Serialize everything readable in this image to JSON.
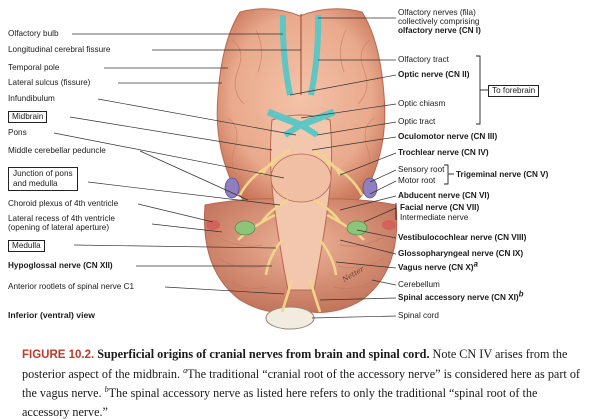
{
  "labels_left": {
    "olfactory_bulb": "Olfactory bulb",
    "longitudinal_fissure": "Longitudinal cerebral fissure",
    "temporal_pole": "Temporal pole",
    "lateral_sulcus": "Lateral sulcus (fissure)",
    "infundibulum": "Infundibulum",
    "midbrain": "Midbrain",
    "pons": "Pons",
    "middle_cerebellar_peduncle": "Middle cerebellar peduncle",
    "junction_pons_medulla_1": "Junction of pons",
    "junction_pons_medulla_2": "and medulla",
    "choroid_plexus": "Choroid plexus of 4th ventricle",
    "lateral_recess_1": "Lateral recess of 4th ventricle",
    "lateral_recess_2": "(opening of lateral aperture)",
    "medulla": "Medulla",
    "hypoglossal": "Hypoglossal nerve (CN XII)",
    "anterior_rootlets": "Anterior rootlets of spinal nerve C1",
    "view": "Inferior (ventral) view"
  },
  "labels_right": {
    "olfactory_fila_1": "Olfactory nerves (fila)",
    "olfactory_fila_2": "collectively comprising",
    "olfactory_nerve": "olfactory nerve (CN I)",
    "olfactory_tract": "Olfactory tract",
    "optic_nerve": "Optic nerve (CN II)",
    "to_forebrain": "To forebrain",
    "optic_chiasm": "Optic chiasm",
    "optic_tract": "Optic tract",
    "oculomotor": "Oculomotor nerve (CN III)",
    "trochlear": "Trochlear nerve (CN IV)",
    "sensory_root": "Sensory root",
    "motor_root": "Motor root",
    "trigeminal": "Trigeminal nerve (CN V)",
    "abducent": "Abducent nerve (CN VI)",
    "facial": "Facial nerve (CN VII)",
    "intermediate": "Intermediate nerve",
    "vestibulocochlear": "Vestibulocochlear nerve (CN VIII)",
    "glossopharyngeal": "Glossopharyngeal nerve (CN IX)",
    "vagus": "Vagus nerve (CN X)",
    "vagus_note": "a",
    "cerebellum": "Cerebellum",
    "spinal_accessory": "Spinal accessory nerve (CN XI)",
    "spinal_accessory_note": "b",
    "spinal_cord": "Spinal cord"
  },
  "caption": {
    "number": "FIGURE 10.2.",
    "title": "Superficial origins of cranial nerves from brain and spinal cord.",
    "text1": "Note CN IV arises from the posterior aspect of the midbrain.",
    "note_a": "a",
    "text2": "The traditional “cranial root of the accessory nerve” is considered here as part of the vagus nerve.",
    "note_b": "b",
    "text3": "The spinal accessory nerve as listed here refers to only the traditional “spinal root of the accessory nerve.”"
  },
  "signature": "Netter",
  "colors": {
    "brain": "#e9a98c",
    "brain_dark": "#c9765a",
    "nerve_teal": "#5fc6c4",
    "nerve_yellow": "#f2d58a",
    "purple": "#8f7fbf",
    "green": "#8cc47a",
    "caption_red": "#c0392b"
  }
}
